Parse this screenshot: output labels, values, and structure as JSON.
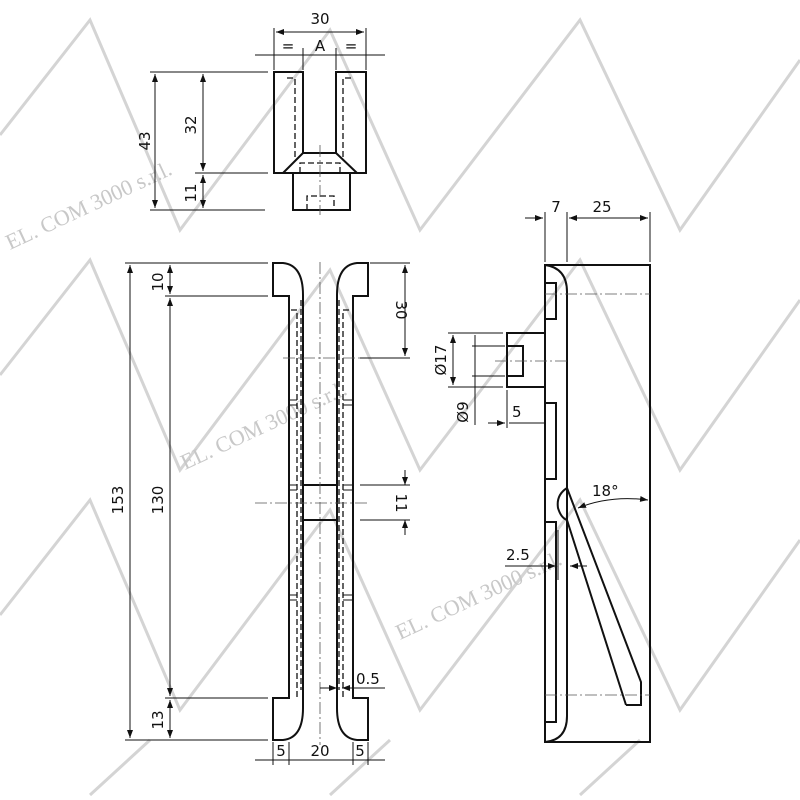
{
  "watermark": "EL. COM 3000 s.r.l.",
  "top_view": {
    "width": "30",
    "equal_left": "=",
    "slot": "A",
    "equal_right": "=",
    "total_height": "43",
    "upper_height": "32",
    "stem_height": "11"
  },
  "front_view": {
    "total_height": "153",
    "top_flange": "10",
    "body": "130",
    "bottom_flange": "13",
    "top_offset": "30",
    "block": "11",
    "gap": "0.5",
    "left_wall": "5",
    "inner_width": "20",
    "right_wall": "5"
  },
  "side_view": {
    "rail": "7",
    "body": "25",
    "boss_diameter": "Ø17",
    "hole_diameter": "Ø9",
    "boss_depth": "5",
    "lever_thickness": "2.5",
    "angle": "18°"
  }
}
